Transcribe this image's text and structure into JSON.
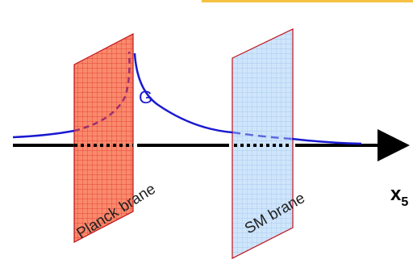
{
  "diagram": {
    "planck_brane": {
      "label": "Planck brane",
      "fill": "#f98a6c",
      "grid": "#e0302a",
      "edge": "#c0101a"
    },
    "sm_brane": {
      "label": "SM brane",
      "fill": "#cfe5fb",
      "grid": "#9ec4ec",
      "edge": "#c0101a"
    },
    "graviton": {
      "label": "G",
      "color": "#1a1ad0",
      "dashed_color": "#9b2f6f"
    },
    "axis": {
      "label": "x",
      "subscript": "5",
      "color": "#000000"
    },
    "top_bar": {
      "color": "#f5c242"
    }
  }
}
